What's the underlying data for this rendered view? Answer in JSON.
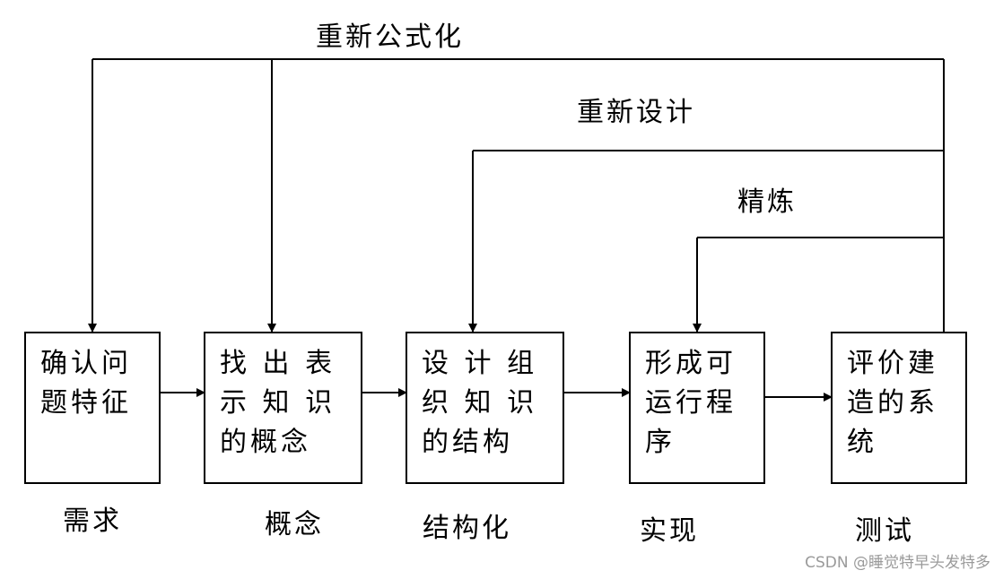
{
  "loops": {
    "reformulate": "重新公式化",
    "redesign": "重新设计",
    "refine": "精炼"
  },
  "steps": [
    {
      "text": "确认问\n题特征",
      "phase": "需求"
    },
    {
      "text": "找 出 表\n示 知 识\n的概念",
      "phase": "概念"
    },
    {
      "text": "设 计 组\n织 知 识\n的结构",
      "phase": "结构化"
    },
    {
      "text": "形成可\n运行程\n序",
      "phase": "实现"
    },
    {
      "text": "评价建\n造的系\n统",
      "phase": "测试"
    }
  ],
  "watermark": "CSDN @睡觉特早头发特多"
}
